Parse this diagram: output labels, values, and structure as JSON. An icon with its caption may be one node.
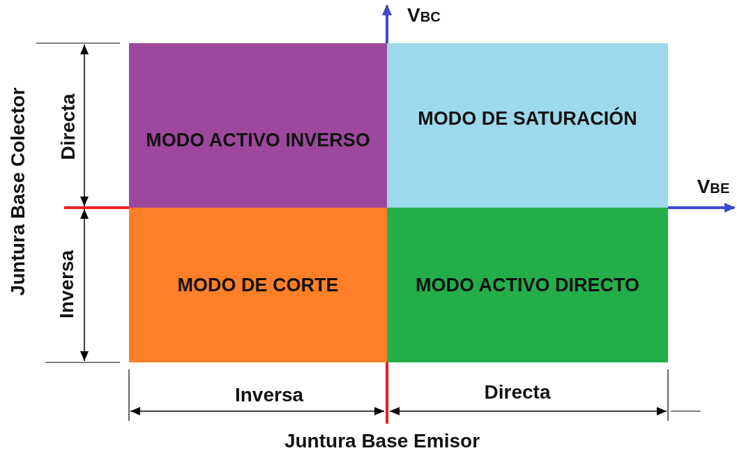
{
  "diagram": {
    "nodes": [
      {
        "text": [
          "MODO ACTIVO INVERSO"
        ]
      },
      {
        "text": [
          "MODO DE SATURACIÓN"
        ]
      },
      {
        "text": [
          "MODO DE CORTE"
        ]
      },
      {
        "text": [
          "MODO ACTIVO DIRECTO"
        ]
      }
    ],
    "edges": [],
    "labels": [
      "V$_{BC}$",
      "Directa",
      "Juntura Base Colector",
      "V$_{BE}$",
      "Inversa",
      "Inversa",
      "Directa",
      "Juntura Base Emisor"
    ]
  }
}
